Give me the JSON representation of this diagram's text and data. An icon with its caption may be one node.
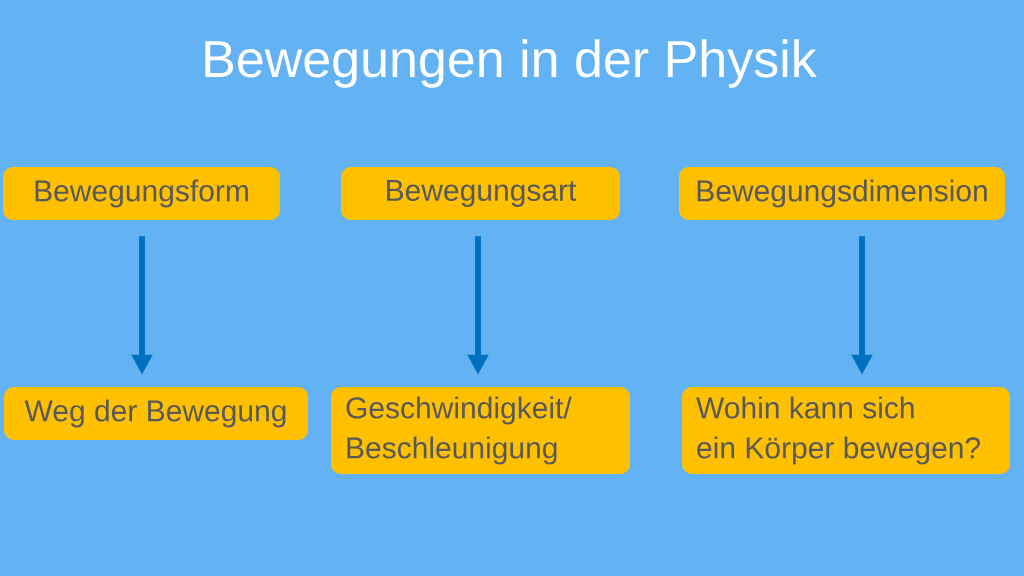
{
  "diagram": {
    "title": "Bewegungen in der Physik",
    "nodes": [
      {
        "text": [
          "Bewegungsform"
        ]
      },
      {
        "text": [
          "Bewegungsart"
        ]
      },
      {
        "text": [
          "Bewegungsdimension"
        ]
      },
      {
        "text": [
          "Weg der Bewegung"
        ]
      },
      {
        "text": [
          "Geschwindigkeit/ Beschleunigung"
        ]
      },
      {
        "text": [
          "Wohin kann sich ein Körper bewegen?"
        ]
      }
    ],
    "edges": [
      {
        "from": 0,
        "to": 3,
        "arrow": "to"
      },
      {
        "from": 1,
        "to": 4,
        "arrow": "to"
      },
      {
        "from": 2,
        "to": 5,
        "arrow": "to"
      }
    ]
  }
}
